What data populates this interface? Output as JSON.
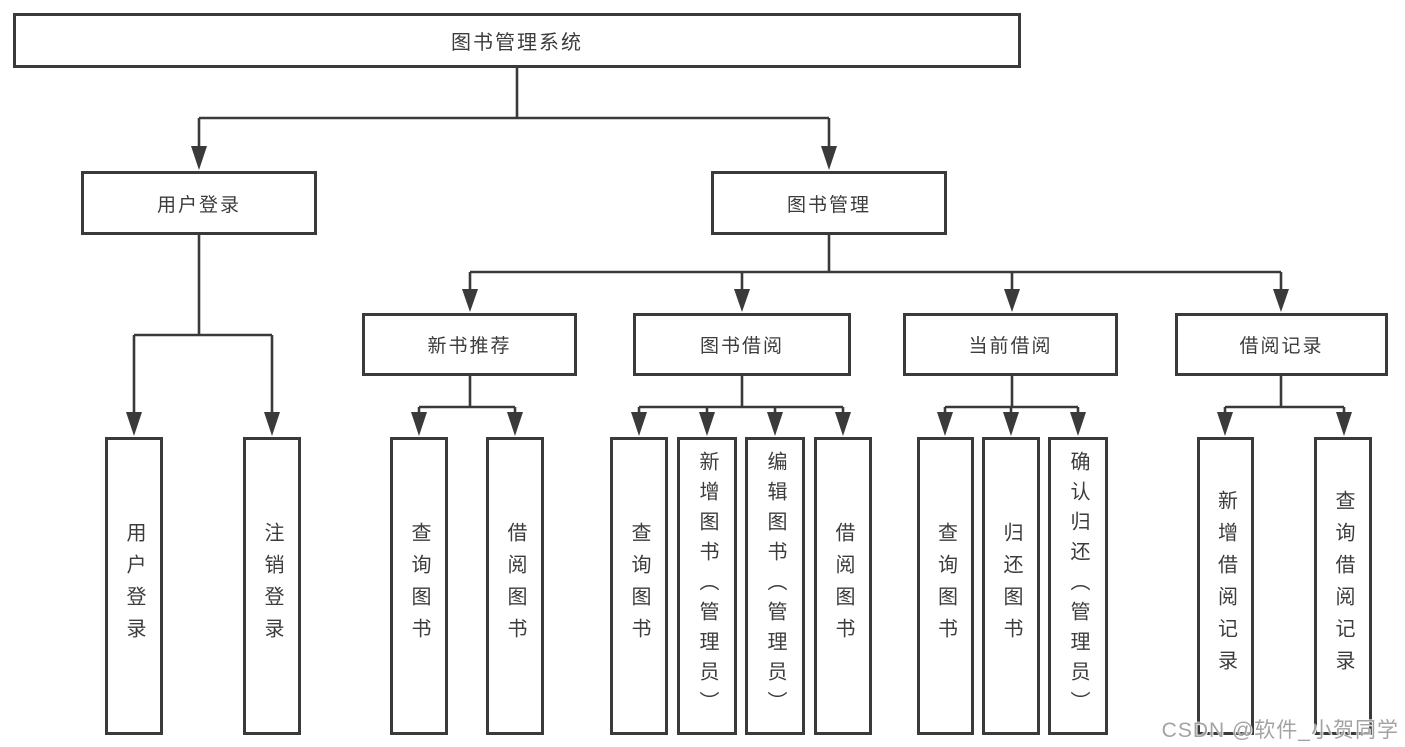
{
  "tree": {
    "root": {
      "label": "图书管理系统",
      "children": [
        {
          "id": "user_login",
          "label": "用户登录",
          "children": [
            {
              "label": "用户登录"
            },
            {
              "label": "注销登录"
            }
          ]
        },
        {
          "id": "book_management",
          "label": "图书管理",
          "children": [
            {
              "id": "new_book_recommend",
              "label": "新书推荐",
              "children": [
                {
                  "label": "查询图书"
                },
                {
                  "label": "借阅图书"
                }
              ]
            },
            {
              "id": "book_borrowing",
              "label": "图书借阅",
              "children": [
                {
                  "label": "查询图书"
                },
                {
                  "label": "新增图书（管理员）"
                },
                {
                  "label": "编辑图书（管理员）"
                },
                {
                  "label": "借阅图书"
                }
              ]
            },
            {
              "id": "current_borrowing",
              "label": "当前借阅",
              "children": [
                {
                  "label": "查询图书"
                },
                {
                  "label": "归还图书"
                },
                {
                  "label": "确认归还（管理员）"
                }
              ]
            },
            {
              "id": "borrow_records",
              "label": "借阅记录",
              "children": [
                {
                  "label": "新增借阅记录"
                },
                {
                  "label": "查询借阅记录"
                }
              ]
            }
          ]
        }
      ]
    }
  },
  "watermark": "CSDN @软件_小贺同学",
  "colors": {
    "line": "#3a3a3a",
    "box_border": "#3a3a3a",
    "box_background": "#ffffff",
    "text": "#3c3c3c",
    "watermark": "#9e9e9e",
    "page_background": "#ffffff"
  }
}
